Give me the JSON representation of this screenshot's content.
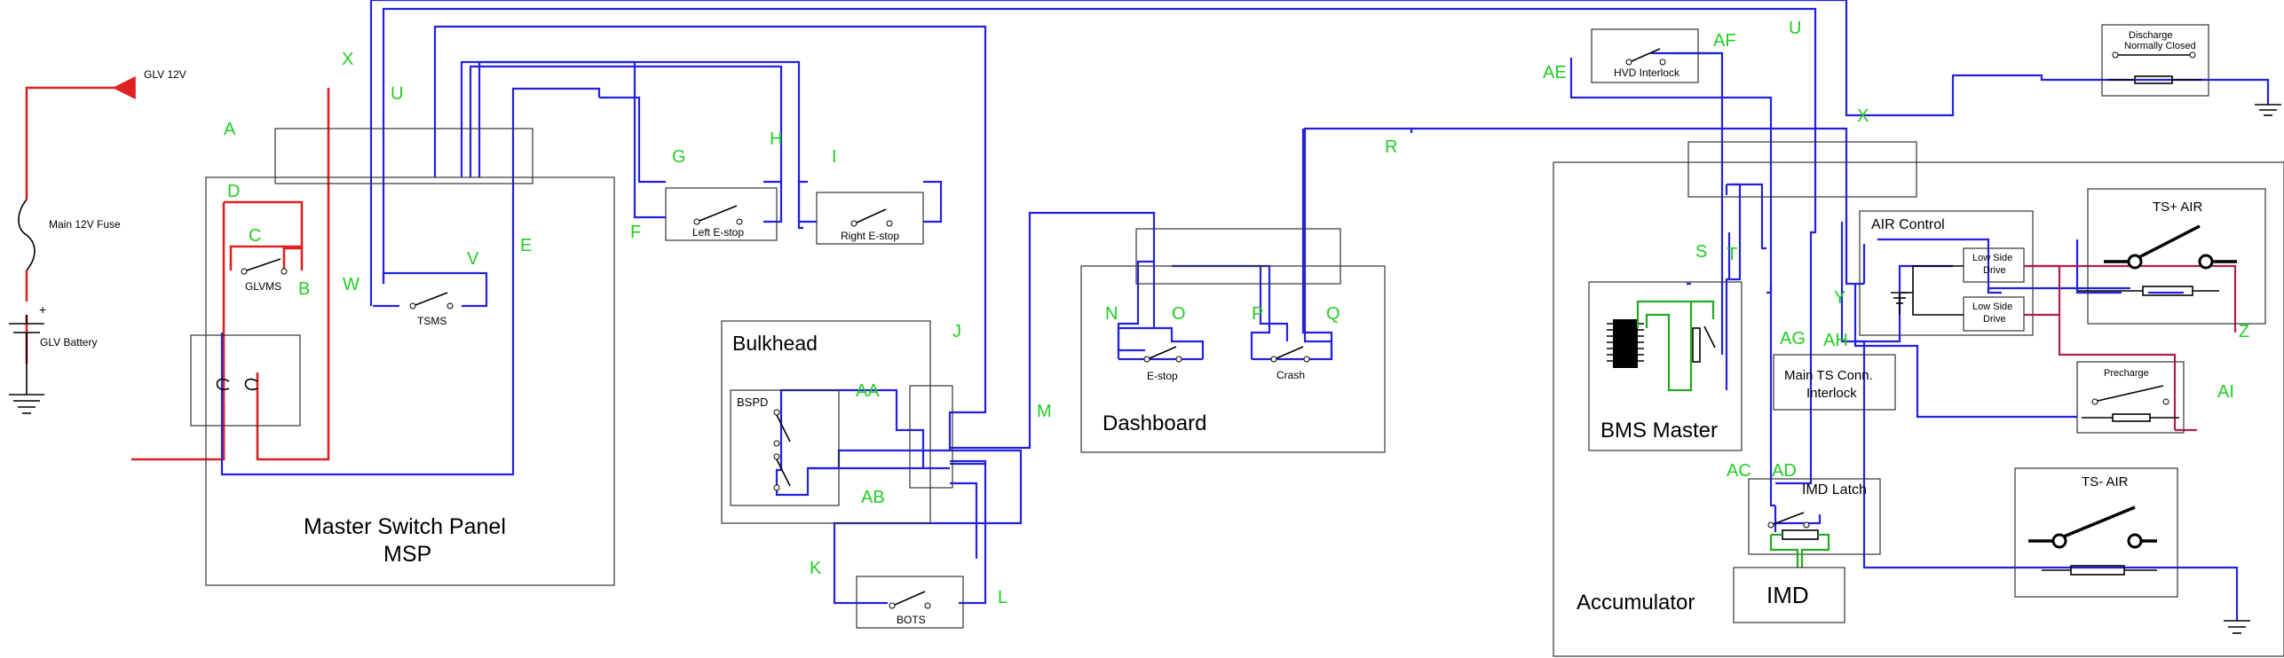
{
  "components": {
    "msp": {
      "title_line1": "Master Switch Panel",
      "title_line2": "MSP"
    },
    "glvms": "GLVMS",
    "tsms": "TSMS",
    "left_estop": "Left E-stop",
    "right_estop": "Right E-stop",
    "bulkhead": "Bulkhead",
    "bspd": "BSPD",
    "bots": "BOTS",
    "dashboard": "Dashboard",
    "dash_estop": "E-stop",
    "crash": "Crash",
    "hvd_interlock": "HVD Interlock",
    "discharge_line1": "Discharge",
    "discharge_line2": "Normally Closed",
    "air_control": "AIR Control",
    "low_side_drive_line1": "Low Side",
    "low_side_drive_line2": "Drive",
    "ts_plus_air": "TS+ AIR",
    "ts_minus_air": "TS- AIR",
    "precharge": "Precharge",
    "bms_master": "BMS Master",
    "main_ts_line1": "Main TS Conn.",
    "main_ts_line2": "Interlock",
    "imd_latch": "IMD Latch",
    "imd": "IMD",
    "accumulator": "Accumulator",
    "glv12v": "GLV 12V",
    "main_fuse": "Main 12V Fuse",
    "glv_battery": "GLV Battery",
    "plus_sign": "+"
  },
  "wire_labels": {
    "A": "A",
    "B": "B",
    "C": "C",
    "D": "D",
    "E": "E",
    "F": "F",
    "G": "G",
    "H": "H",
    "I": "I",
    "J": "J",
    "K": "K",
    "L": "L",
    "M": "M",
    "N": "N",
    "O": "O",
    "P": "P",
    "Q": "Q",
    "R": "R",
    "S": "S",
    "T": "T",
    "U1": "U",
    "U2": "U",
    "V": "V",
    "W": "W",
    "X1": "X",
    "X2": "X",
    "Y": "Y",
    "Z": "Z",
    "AA": "AA",
    "AB": "AB",
    "AC": "AC",
    "AD": "AD",
    "AE": "AE",
    "AF": "AF",
    "AG": "AG",
    "AH": "AH",
    "AI": "AI"
  },
  "colors": {
    "shutdown_wire": "#2222dd",
    "glv_power_wire": "#dd2222",
    "imd_wire": "#22aa22",
    "air_drive_wire": "#b0204a",
    "wire_label": "#22cc22"
  }
}
